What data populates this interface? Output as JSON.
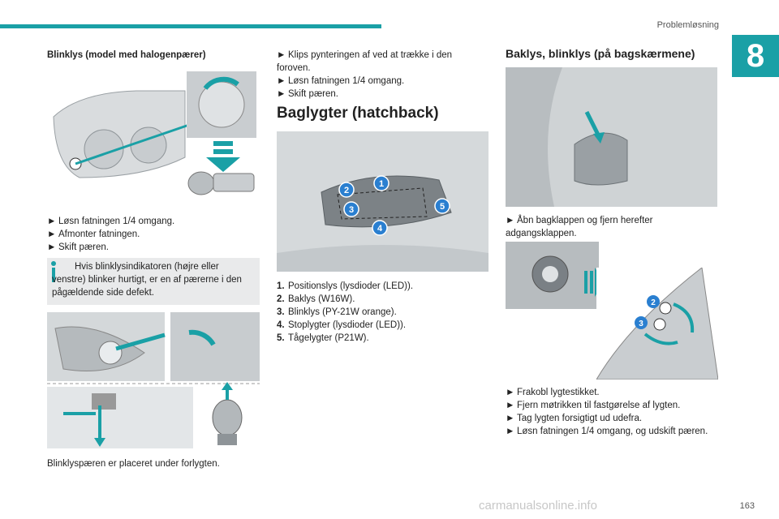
{
  "header": {
    "section": "Problemløsning",
    "chapter": "8",
    "page": "163"
  },
  "watermark": "carmanualsonline.info",
  "col1": {
    "heading": "Blinklys (model med halogenpærer)",
    "steps": [
      "Løsn fatningen 1/4 omgang.",
      "Afmonter fatningen.",
      "Skift pæren."
    ],
    "info": "Hvis blinklysindikatoren (højre eller venstre) blinker hurtigt, er en af pærerne i den pågældende side defekt.",
    "caption": "Blinklyspæren er placeret under forlygten."
  },
  "col2": {
    "steps": [
      "Klips pynteringen af ved at trække i den foroven.",
      "Løsn fatningen 1/4 omgang.",
      "Skift pæren."
    ],
    "heading": "Baglygter (hatchback)",
    "parts": [
      {
        "n": "1.",
        "t": "Positionslys (lysdioder (LED))."
      },
      {
        "n": "2.",
        "t": "Baklys (W16W)."
      },
      {
        "n": "3.",
        "t": "Blinklys (PY-21W orange)."
      },
      {
        "n": "4.",
        "t": "Stoplygter (lysdioder (LED))."
      },
      {
        "n": "5.",
        "t": "Tågelygter (P21W)."
      }
    ],
    "callouts": [
      "1",
      "2",
      "3",
      "4",
      "5"
    ]
  },
  "col3": {
    "heading": "Baklys, blinklys (på bagskærmene)",
    "step1": "Åbn bagklappen og fjern herefter adgangsklappen.",
    "callouts": [
      "2",
      "3"
    ],
    "steps": [
      "Frakobl lygtestikket.",
      "Fjern møtrikken til fastgørelse af lygten.",
      "Tag lygten forsigtigt ud udefra.",
      "Løsn fatningen 1/4 omgang, og udskift pæren."
    ]
  },
  "symbols": {
    "arrow": "►"
  },
  "colors": {
    "accent": "#1aa0a6",
    "callout": "#2a7fd0",
    "info_bg": "#e9eaeb"
  }
}
